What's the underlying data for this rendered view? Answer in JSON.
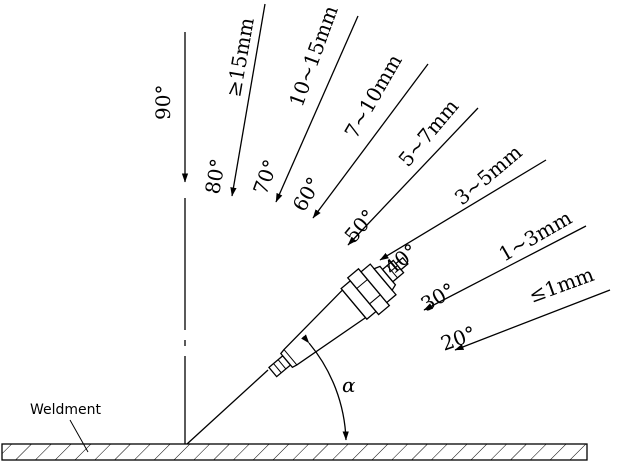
{
  "labels": {
    "weldment": "Weldment",
    "alpha": "α"
  },
  "angles": [
    {
      "deg": "90°",
      "thickness": ""
    },
    {
      "deg": "80°",
      "thickness": "≥15mm"
    },
    {
      "deg": "70°",
      "thickness": "10~15mm"
    },
    {
      "deg": "60°",
      "thickness": "7~10mm"
    },
    {
      "deg": "50°",
      "thickness": "5~7mm"
    },
    {
      "deg": "40°",
      "thickness": "3~5mm"
    },
    {
      "deg": "30°",
      "thickness": "1~3mm"
    },
    {
      "deg": "20°",
      "thickness": "≤1mm"
    }
  ]
}
